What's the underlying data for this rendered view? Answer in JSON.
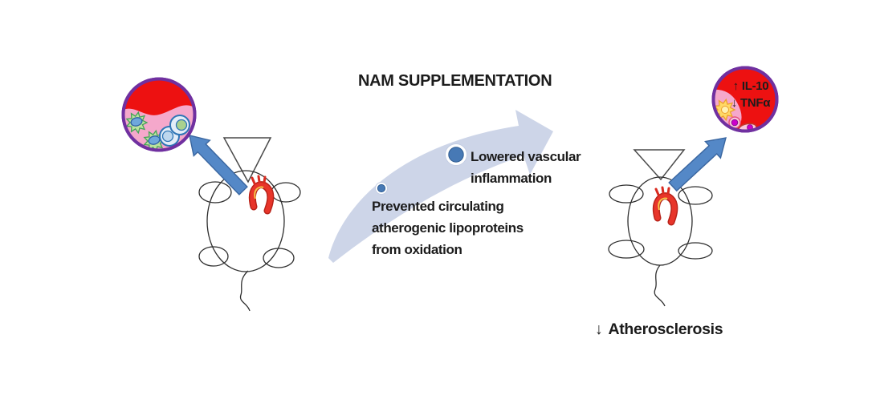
{
  "figure": {
    "title": "NAM SUPPLEMENTATION",
    "benefits": [
      {
        "lines": [
          "Lowered vascular",
          "inflammation"
        ]
      },
      {
        "lines": [
          "Prevented circulating",
          "atherogenic lipoproteins",
          "from oxidation"
        ]
      }
    ],
    "inset_after": {
      "line1": {
        "marker": "↑",
        "label": "IL-10"
      },
      "line2": {
        "marker": "↓",
        "label": "TNFα"
      }
    },
    "outcome": {
      "marker": "↓",
      "label": "Atherosclerosis"
    }
  },
  "colors": {
    "zoom_arrow_blue": "#5488C7",
    "nam_arrow_lavender": "#CDD5E8",
    "bullet_blue": "#4779B5",
    "plaque_red": "#ED1111",
    "plaque_pink": "#F5A8CB",
    "inset_border_purple": "#7030A0",
    "aorta_red": "#E8352A",
    "text": "#1C1C1C"
  },
  "icons": {
    "up_arrow_glyph": "↑",
    "down_arrow_glyph": "↓",
    "zoom_arrow": "diagonal-blue-arrow",
    "nam_arrow": "curved-swoosh-arrow",
    "macrophage": "green-spiky-cell",
    "foam_cell": "blue-double-circle-cell",
    "activated_cell": "yellow-spiky-cell",
    "immune_cell": "magenta-nucleus-cell"
  }
}
